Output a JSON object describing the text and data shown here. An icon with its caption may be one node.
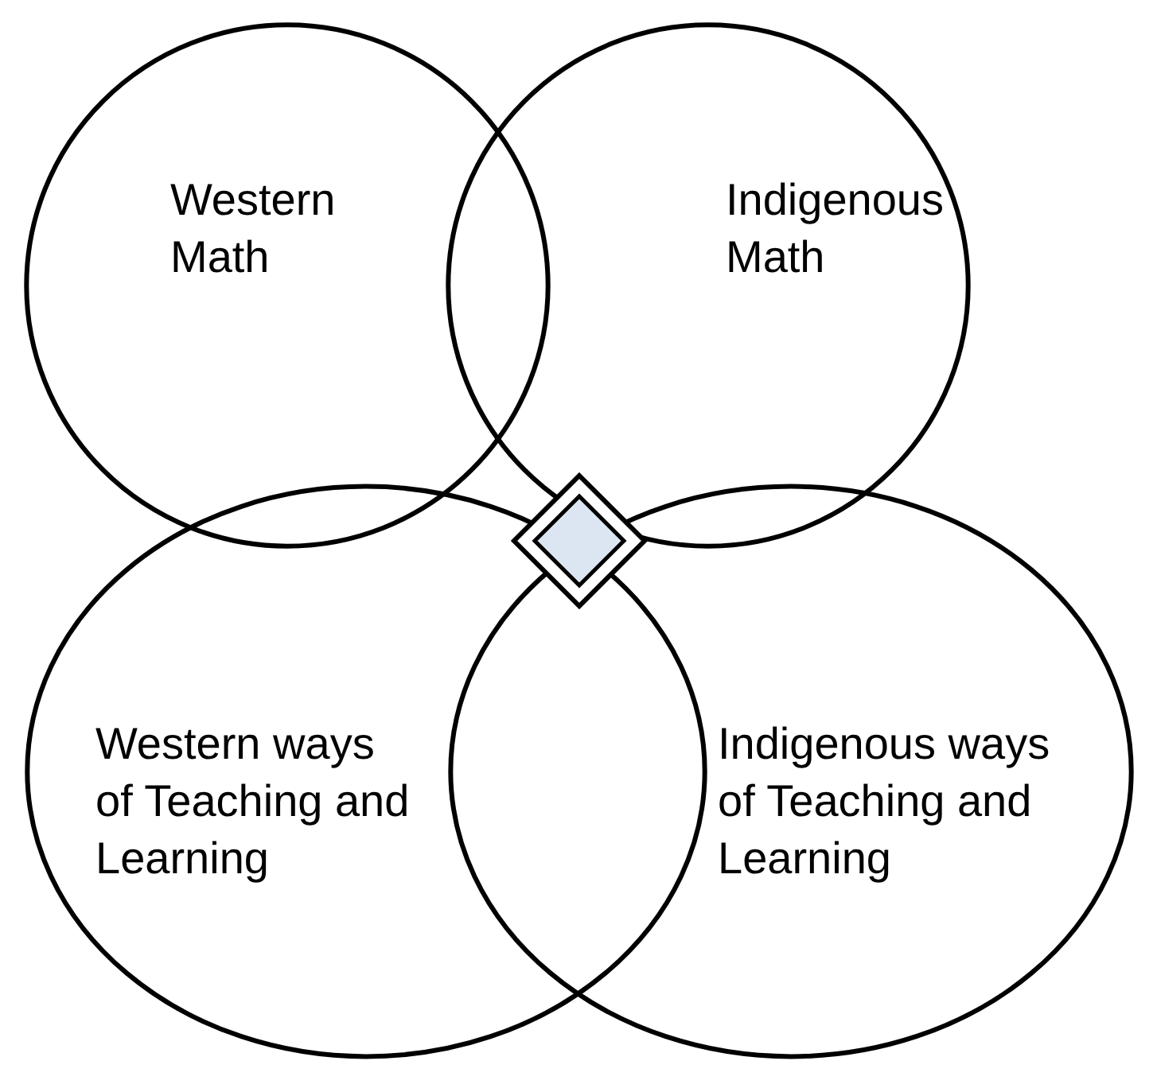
{
  "diagram": {
    "nodes": [
      {
        "text": [
          "Western Math"
        ]
      },
      {
        "text": [
          "Indigenous Math"
        ]
      },
      {
        "text": [
          "Western ways of Teaching and Learning"
        ]
      },
      {
        "text": [
          "Indigenous ways of Teaching and Learning"
        ]
      },
      {
        "text": [],
        "shape": "diamond"
      }
    ]
  }
}
